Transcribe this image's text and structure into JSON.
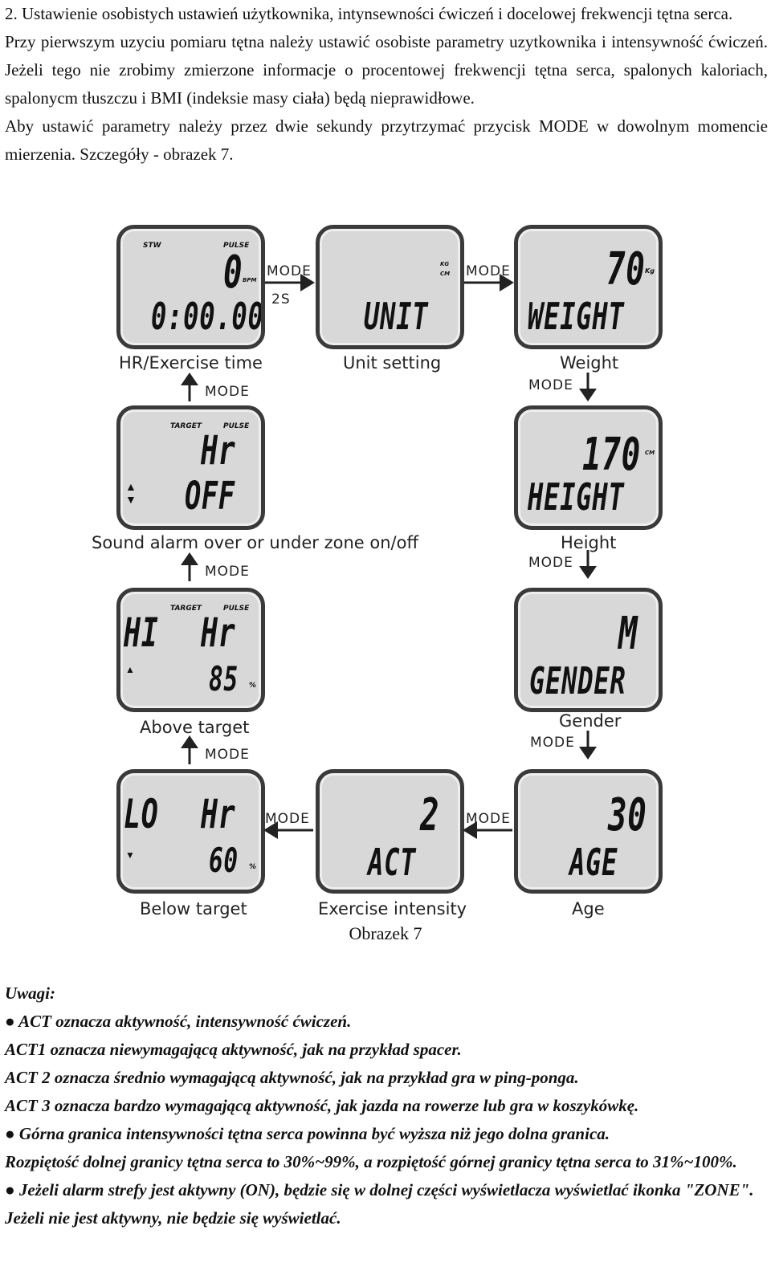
{
  "intro": {
    "p1": "2. Ustawienie osobistych ustawień użytkownika, intynsewności ćwiczeń i docelowej frekwencji tętna serca.",
    "p2": "Przy pierwszym uzyciu pomiaru tętna należy ustawić osobiste parametry uzytkownika i intensywność ćwiczeń. Jeżeli tego nie zrobimy zmierzone informacje o procentowej frekwencji tętna serca, spalonych kaloriach, spalonycm tłuszczu i BMI (indeksie masy ciała) będą nieprawidłowe.",
    "p3": "Aby ustawić parametry należy przez dwie sekundy przytrzymać przycisk MODE w dowolnym momencie mierzenia. Szczegóły - obrazek 7."
  },
  "diagram": {
    "mode": "MODE",
    "two_s": "2S",
    "screens": {
      "hr": {
        "stw": "STW",
        "pulse": "PULSE",
        "value": "0",
        "bpm": "BPM",
        "time": "0:00.00",
        "label": "HR/Exercise time"
      },
      "unit": {
        "kg": "KG",
        "cm": "CM",
        "value": "UNIT",
        "label": "Unit setting"
      },
      "weight": {
        "value": "70",
        "unit": "Kg",
        "text": "WEIGHT",
        "label": "Weight"
      },
      "alarm": {
        "target": "TARGET",
        "pulse": "PULSE",
        "value": "Hr",
        "state": "OFF",
        "label": "Sound alarm over or under zone on/off"
      },
      "height": {
        "value": "170",
        "unit": "CM",
        "text": "HEIGHT",
        "label": "Height"
      },
      "above": {
        "target": "TARGET",
        "pulse": "PULSE",
        "hi": "HI",
        "hr": "Hr",
        "value": "85",
        "pct": "%",
        "label": "Above target"
      },
      "gender": {
        "value": "M",
        "text": "GENDER",
        "label": "Gender"
      },
      "below": {
        "lo": "LO",
        "hr": "Hr",
        "value": "60",
        "pct": "%",
        "label": "Below target"
      },
      "act": {
        "value": "2",
        "text": "ACT",
        "label": "Exercise intensity"
      },
      "age": {
        "value": "30",
        "text": "AGE",
        "label": "Age"
      }
    }
  },
  "caption": "Obrazek 7",
  "notes": {
    "title": "Uwagi:",
    "n1": "● ACT oznacza aktywność, intensywność ćwiczeń.",
    "n2": "ACT1 oznacza niewymagającą aktywność, jak na przykład spacer.",
    "n3": "ACT 2 oznacza średnio wymagającą aktywność, jak na przykład gra w ping-ponga.",
    "n4": "ACT 3 oznacza bardzo wymagającą aktywność, jak jazda na rowerze lub gra w koszykówkę.",
    "n5": "● Górna granica intensywności tętna serca powinna być wyższa niż jego dolna granica.",
    "n6": "Rozpiętość dolnej granicy tętna serca to 30%~99%, a rozpiętość górnej granicy tętna serca to 31%~100%.",
    "n7": "● Jeżeli alarm strefy jest aktywny (ON), będzie się w dolnej części wyświetlacza wyświetlać ikonka \"ZONE\". Jeżeli nie jest aktywny, nie będzie się wyświetlać."
  }
}
